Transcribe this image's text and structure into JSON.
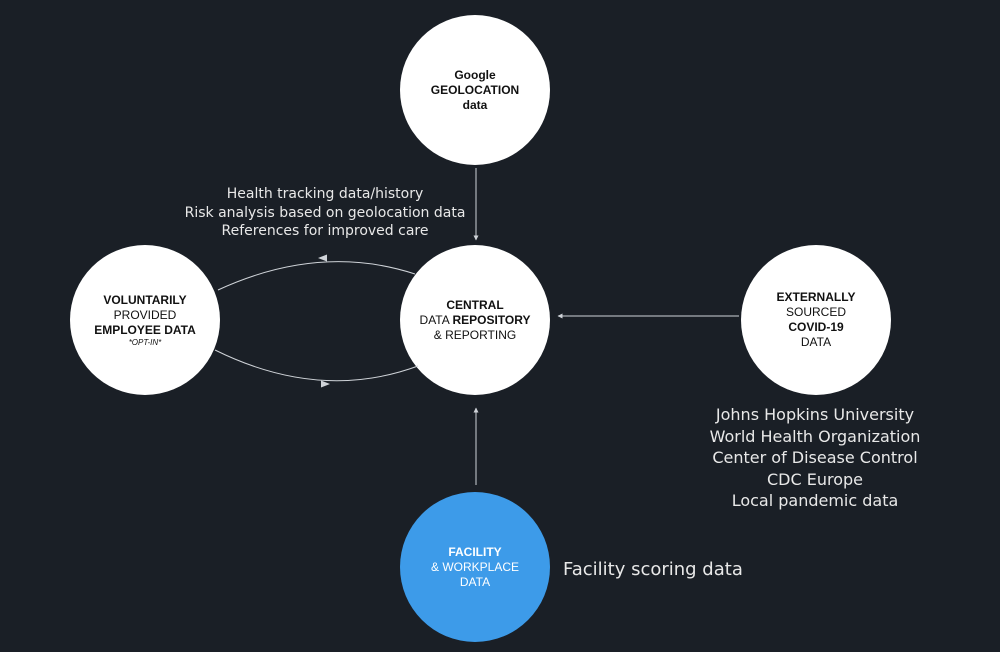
{
  "colors": {
    "background": "#1a1f26",
    "node_fill": "#ffffff",
    "facility_fill": "#3d9be9",
    "connector": "#cfd3d8",
    "caption_text": "#e8e8e8"
  },
  "nodes": {
    "google": {
      "line1": "Google",
      "line2": "GEOLOCATION",
      "line3": "data"
    },
    "employee": {
      "line1": "VOLUNTARILY",
      "line2": "PROVIDED",
      "line3": "EMPLOYEE DATA",
      "note": "*OPT-IN*"
    },
    "central": {
      "line1": "CENTRAL",
      "line2a": "DATA ",
      "line2b": "REPOSITORY",
      "line3": "& REPORTING"
    },
    "external": {
      "line1": "EXTERNALLY",
      "line2": "SOURCED",
      "line3": "COVID-19",
      "line4": "DATA"
    },
    "facility": {
      "line1": "FACILITY",
      "line2": "& WORKPLACE",
      "line3": "DATA"
    }
  },
  "captions": {
    "health": [
      "Health tracking data/history",
      "Risk analysis based on geolocation data",
      "References for improved care"
    ],
    "sources": [
      "Johns Hopkins University",
      "World Health Organization",
      "Center of Disease Control",
      "CDC Europe",
      "Local pandemic data"
    ],
    "facility": "Facility scoring data"
  }
}
